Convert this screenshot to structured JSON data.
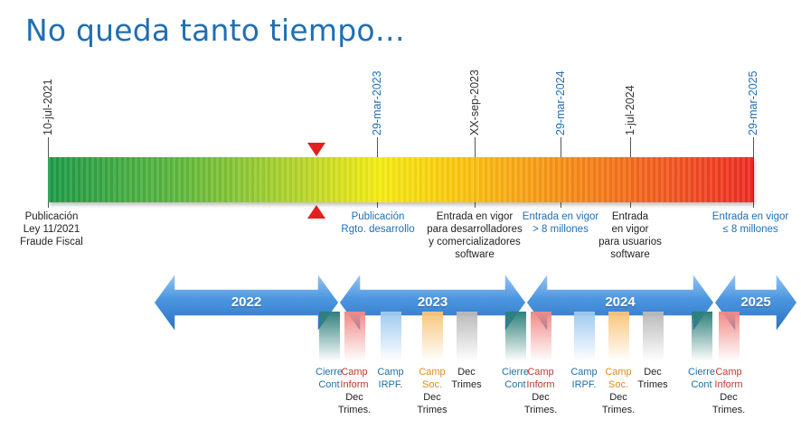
{
  "title": "No queda tanto tiempo…",
  "colors": {
    "title": "#1f6fb4",
    "blue_text": "#1f6fb4",
    "dark_text": "#222222",
    "marker": "#e31f1f",
    "arrow": "#3f8fde",
    "cierre": "#1e6fa8",
    "camp_inform": "#c0392b",
    "camp_soc": "#e08a1e"
  },
  "dates": [
    {
      "label": "10-jul-2021",
      "tone": "dark"
    },
    {
      "label": "29-mar-2023",
      "tone": "blue"
    },
    {
      "label": "XX-sep-2023",
      "tone": "dark"
    },
    {
      "label": "29-mar-2024",
      "tone": "blue"
    },
    {
      "label": "1-jul-2024",
      "tone": "dark"
    },
    {
      "label": "29-mar-2025",
      "tone": "blue"
    }
  ],
  "milestones": [
    {
      "lines": [
        "Publicación",
        "Ley 11/2021",
        "Fraude Fiscal"
      ],
      "tone": "dark"
    },
    {
      "lines": [
        "Publicación",
        "Rgto. desarrollo"
      ],
      "tone": "blue"
    },
    {
      "lines": [
        "Entrada en vigor",
        "para desarrolladores",
        "y comercializadores",
        "software"
      ],
      "tone": "dark"
    },
    {
      "lines": [
        "Entrada en vigor",
        "> 8 millones"
      ],
      "tone": "blue"
    },
    {
      "lines": [
        "Entrada",
        "en vigor",
        "para usuarios",
        "software"
      ],
      "tone": "dark"
    },
    {
      "lines": [
        "Entrada en vigor",
        "≤ 8 millones"
      ],
      "tone": "blue"
    }
  ],
  "years": [
    "2022",
    "2023",
    "2024",
    "2025"
  ],
  "periods": [
    {
      "lines": [
        "Cierre",
        "Cont"
      ],
      "bar_color": "#2e7f7a",
      "text_color": "#1e6fa8"
    },
    {
      "lines": [
        "Camp",
        "Inform",
        "Dec",
        "Trimes."
      ],
      "bar_color": "#f08a86",
      "text_color": "#c0392b",
      "dark_from": 2
    },
    {
      "lines": [
        "Camp",
        "IRPF."
      ],
      "bar_color": "#9ec9f0",
      "text_color": "#1e6fa8"
    },
    {
      "lines": [
        "Camp",
        "Soc.",
        "Dec",
        "Trimes"
      ],
      "bar_color": "#f7c57a",
      "text_color": "#e08a1e",
      "dark_from": 2
    },
    {
      "lines": [
        "Dec",
        "Trimes"
      ],
      "bar_color": "#b9b9b9",
      "text_color": "#222222"
    },
    {
      "lines": [
        "Cierre",
        "Cont"
      ],
      "bar_color": "#2e7f7a",
      "text_color": "#1e6fa8"
    },
    {
      "lines": [
        "Camp",
        "Inform",
        "Dec",
        "Trimes."
      ],
      "bar_color": "#f08a86",
      "text_color": "#c0392b",
      "dark_from": 2
    },
    {
      "lines": [
        "Camp",
        "IRPF."
      ],
      "bar_color": "#9ec9f0",
      "text_color": "#1e6fa8"
    },
    {
      "lines": [
        "Camp",
        "Soc.",
        "Dec",
        "Trimes."
      ],
      "bar_color": "#f7c57a",
      "text_color": "#e08a1e",
      "dark_from": 2
    },
    {
      "lines": [
        "Dec",
        "Trimes"
      ],
      "bar_color": "#b9b9b9",
      "text_color": "#222222"
    },
    {
      "lines": [
        "Cierre",
        "Cont"
      ],
      "bar_color": "#2e7f7a",
      "text_color": "#1e6fa8"
    },
    {
      "lines": [
        "Camp",
        "Inform",
        "Dec",
        "Trimes."
      ],
      "bar_color": "#f08a86",
      "text_color": "#c0392b",
      "dark_from": 2
    }
  ]
}
